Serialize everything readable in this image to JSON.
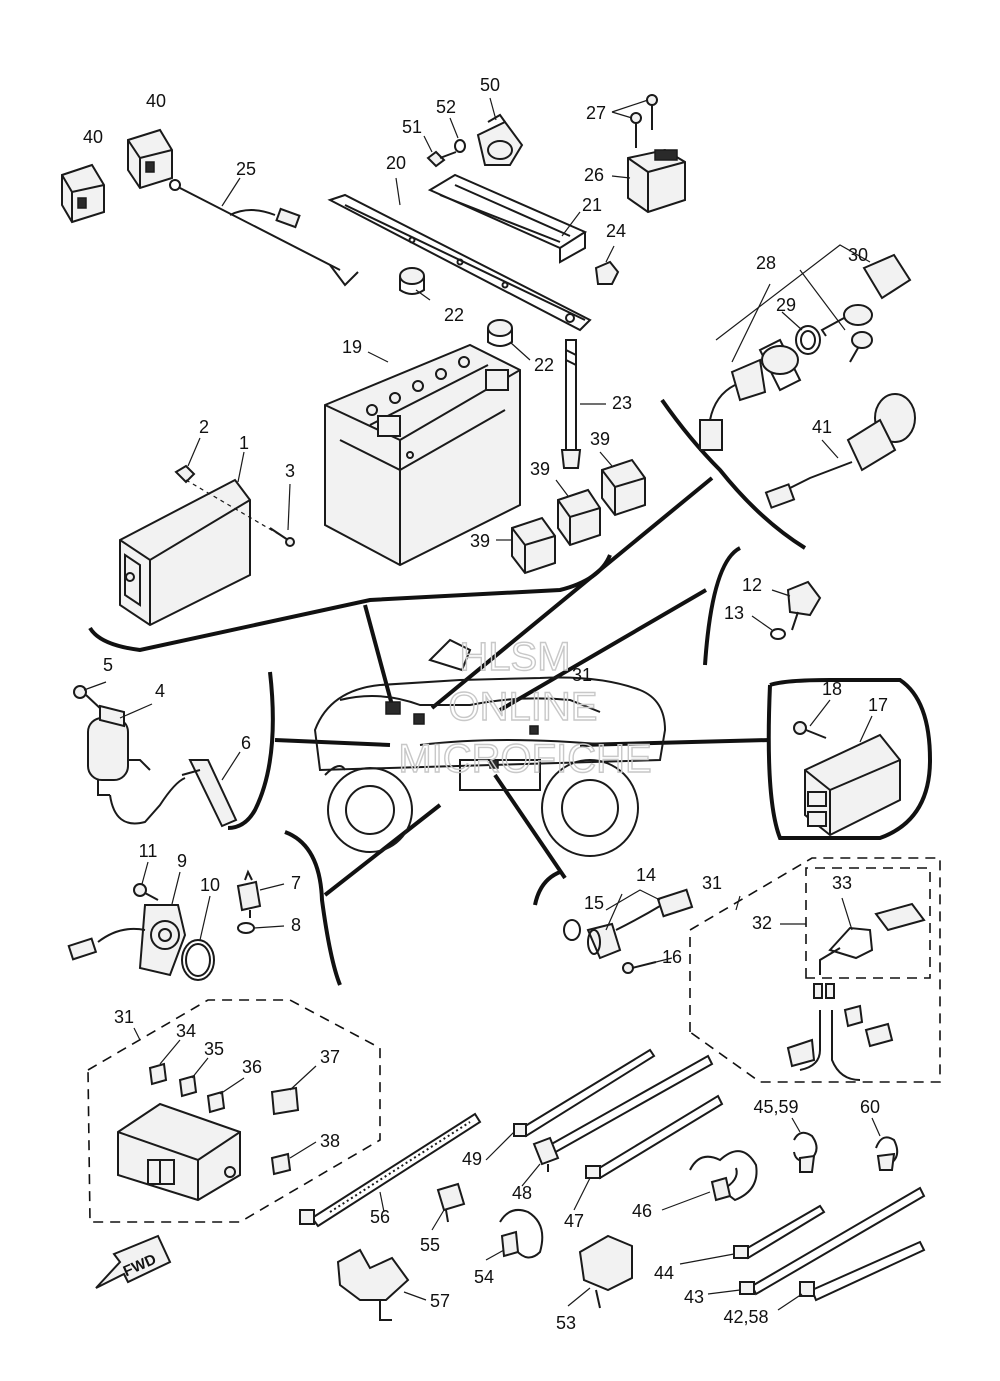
{
  "watermark": {
    "line1": "HLSM",
    "line2": "ONLINE",
    "line3": "MICROFICHE"
  },
  "direction_badge": "FWD",
  "callouts": [
    "40",
    "40",
    "25",
    "20",
    "51",
    "52",
    "50",
    "27",
    "26",
    "21",
    "24",
    "22",
    "22",
    "19",
    "23",
    "28",
    "30",
    "29",
    "41",
    "2",
    "1",
    "3",
    "39",
    "39",
    "39",
    "12",
    "13",
    "31",
    "5",
    "4",
    "6",
    "18",
    "17",
    "11",
    "9",
    "10",
    "7",
    "8",
    "14",
    "15",
    "16",
    "31",
    "32",
    "33",
    "31",
    "34",
    "35",
    "36",
    "37",
    "38",
    "49",
    "56",
    "48",
    "47",
    "46",
    "45,59",
    "60",
    "55",
    "54",
    "57",
    "53",
    "44",
    "43",
    "42,58"
  ]
}
